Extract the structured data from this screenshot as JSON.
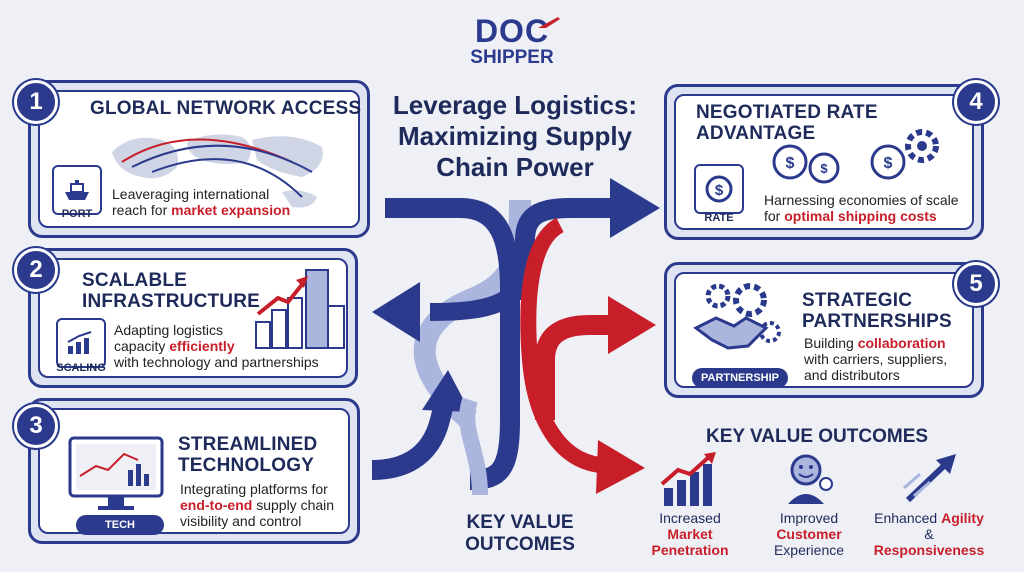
{
  "logo": {
    "line1": "DOC",
    "line2": "SHIPPER"
  },
  "title": {
    "line1": "Leverage Logistics:",
    "line2": "Maximizing Supply",
    "line3": "Chain Power"
  },
  "cards": [
    {
      "number": "1",
      "title": "GLOBAL NETWORK ACCESS",
      "desc_pre": "Leaveraging international",
      "desc_line2_pre": "reach for ",
      "desc_hl": "market expansion",
      "icon_label": "PORT"
    },
    {
      "number": "2",
      "title_line1": "SCALABLE",
      "title_line2": "INFRASTRUCTURE",
      "desc_line1": "Adapting logistics",
      "desc_line2_pre": "capacity ",
      "desc_hl": "efficiently",
      "desc_line3": "with technology and partnerships",
      "icon_label": "SCALING"
    },
    {
      "number": "3",
      "title_line1": "STREAMLINED",
      "title_line2": "TECHNOLOGY",
      "desc_line1": "Integrating platforms for",
      "desc_hl": "end-to-end",
      "desc_line2_post": " supply chain",
      "desc_line3": "visibility and control",
      "icon_label": "TECH"
    },
    {
      "number": "4",
      "title_line1": "NEGOTIATED RATE",
      "title_line2": "ADVANTAGE",
      "desc_line1": "Harnessing economies of scale",
      "desc_line2_pre": "for ",
      "desc_hl": "optimal shipping costs",
      "icon_label": "RATE"
    },
    {
      "number": "5",
      "title_line1": "STRATEGIC",
      "title_line2": "PARTNERSHIPS",
      "desc_line1_pre": "Building ",
      "desc_hl": "collaboration",
      "desc_line2": "with carriers, suppliers,",
      "desc_line3": "and distributors",
      "icon_label": "PARTNERSHIP"
    }
  ],
  "center_label": {
    "line1": "KEY VALUE",
    "line2": "OUTCOMES"
  },
  "outcomes": {
    "heading": "KEY VALUE OUTCOMES",
    "items": [
      {
        "line1": "Increased",
        "hl": "Market",
        "hl2": "Penetration"
      },
      {
        "line1": "Improved",
        "hl": "Customer",
        "line3": "Experience"
      },
      {
        "line1_pre": "Enhanced ",
        "line1_hl": "Agility",
        "line2": "&",
        "hl": "Responsiveness"
      }
    ]
  },
  "colors": {
    "navy": "#2b3a8c",
    "red": "#c81e2a",
    "light_blue": "#aab6de"
  }
}
